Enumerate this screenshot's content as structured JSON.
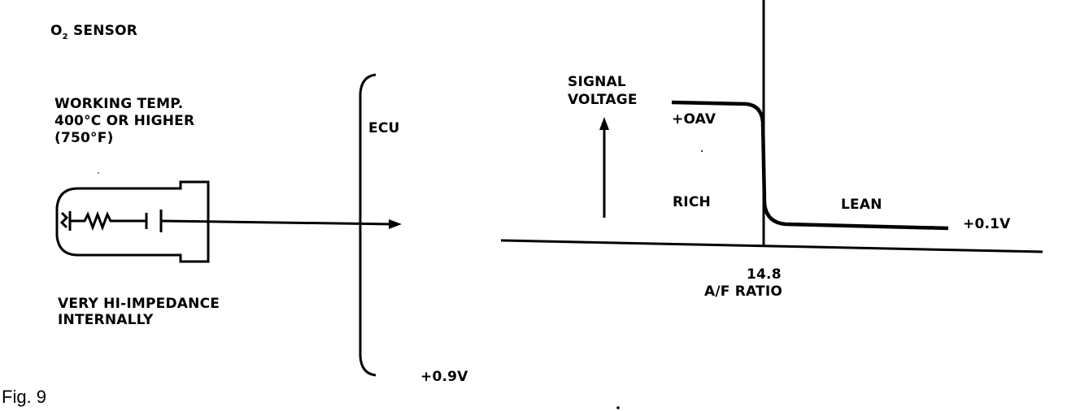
{
  "left_panel": {
    "title": "O",
    "title_subscript": "2",
    "title_suffix": " SENSOR",
    "working_temp_lines": [
      "WORKING TEMP.",
      "400°C OR HIGHER",
      "(750°F)"
    ],
    "impedance_lines": [
      "VERY HI-IMPEDANCE",
      "INTERNALLY"
    ],
    "ecu_label": "ECU",
    "ecu_voltage": "+0.9V"
  },
  "right_panel": {
    "signal_voltage_lines": [
      "SIGNAL",
      "VOLTAGE"
    ],
    "high_voltage_label": "+OAV",
    "rich_label": "RICH",
    "lean_label": "LEAN",
    "low_voltage_label": "+0.1V",
    "ratio_value": "14.8",
    "ratio_label": "A/F RATIO"
  },
  "caption": "Fig. 9",
  "colors": {
    "ink": "#000000",
    "background": "#ffffff"
  }
}
